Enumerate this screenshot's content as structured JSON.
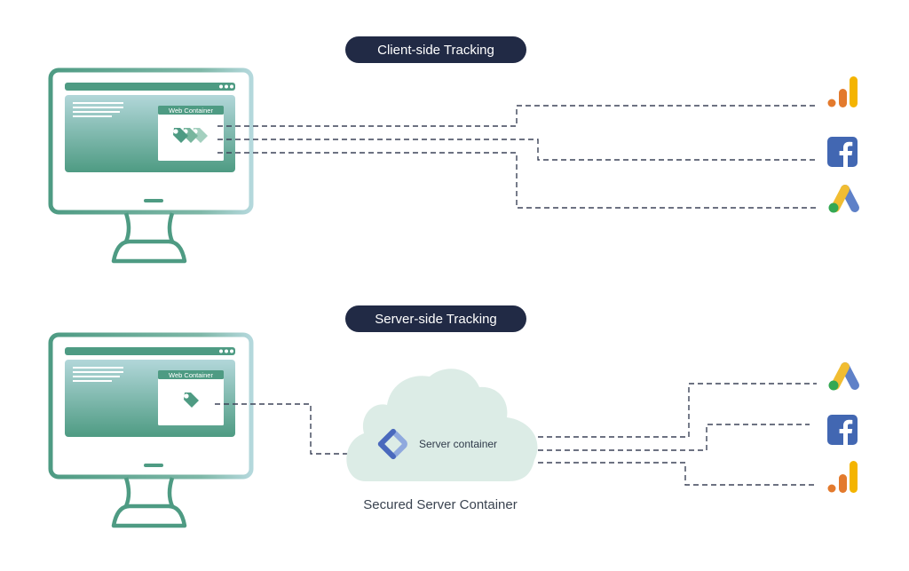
{
  "sections": {
    "client": {
      "title": "Client-side Tracking",
      "container_label": "Web Container",
      "tag_count": 3,
      "destinations": [
        "google-analytics",
        "facebook",
        "google-ads"
      ]
    },
    "server": {
      "title": "Server-side Tracking",
      "container_label": "Web Container",
      "tag_count": 1,
      "server_label": "Server container",
      "cloud_caption": "Secured Server Container",
      "destinations": [
        "google-ads",
        "facebook",
        "google-analytics"
      ]
    }
  },
  "colors": {
    "pill": "#212a45",
    "monitor_green": "#4e9b83",
    "monitor_light": "#b4d8dc",
    "cloud": "#dcece6",
    "connector": "#3d4458",
    "ga_orange": "#e37a2d",
    "ga_yellow": "#f4b400",
    "facebook_blue": "#4267b2",
    "ads_blue": "#5f81c8",
    "ads_yellow": "#f1bd32",
    "ads_green": "#34a853",
    "gtm_dark": "#4a69bd",
    "gtm_light": "#8fa9de"
  }
}
